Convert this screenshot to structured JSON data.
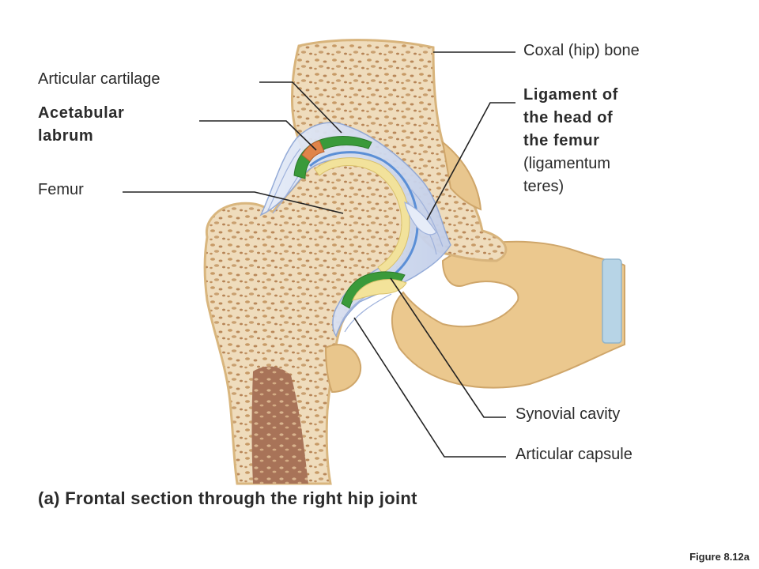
{
  "labels": {
    "coxal_bone": "Coxal (hip) bone",
    "articular_cartilage": "Articular cartilage",
    "acetabular_labrum_line1": "Acetabular",
    "acetabular_labrum_line2": "labrum",
    "ligament_line1": "Ligament of",
    "ligament_line2": "the head of",
    "ligament_line3": "the femur",
    "ligament_line4": "(ligamentum",
    "ligament_line5": "teres)",
    "femur": "Femur",
    "synovial_cavity": "Synovial cavity",
    "articular_capsule": "Articular capsule"
  },
  "caption": {
    "part": "(a)",
    "text": "Frontal section through the right hip joint"
  },
  "figure_number": "Figure 8.12a",
  "colors": {
    "bone": "#f0e1c6",
    "bone_edge": "#d9b67e",
    "cortex": "#e9c98f",
    "spongy": "#c69660",
    "marrow": "#9a6a4e",
    "cartilage": "#3a9a3a",
    "cartilage_light": "#7cc46a",
    "labrum": "#e0844a",
    "synovial": "#f3e39a",
    "capsule": "#cfd8ee",
    "capsule_line": "#8fa7d6",
    "leader": "#222222"
  }
}
